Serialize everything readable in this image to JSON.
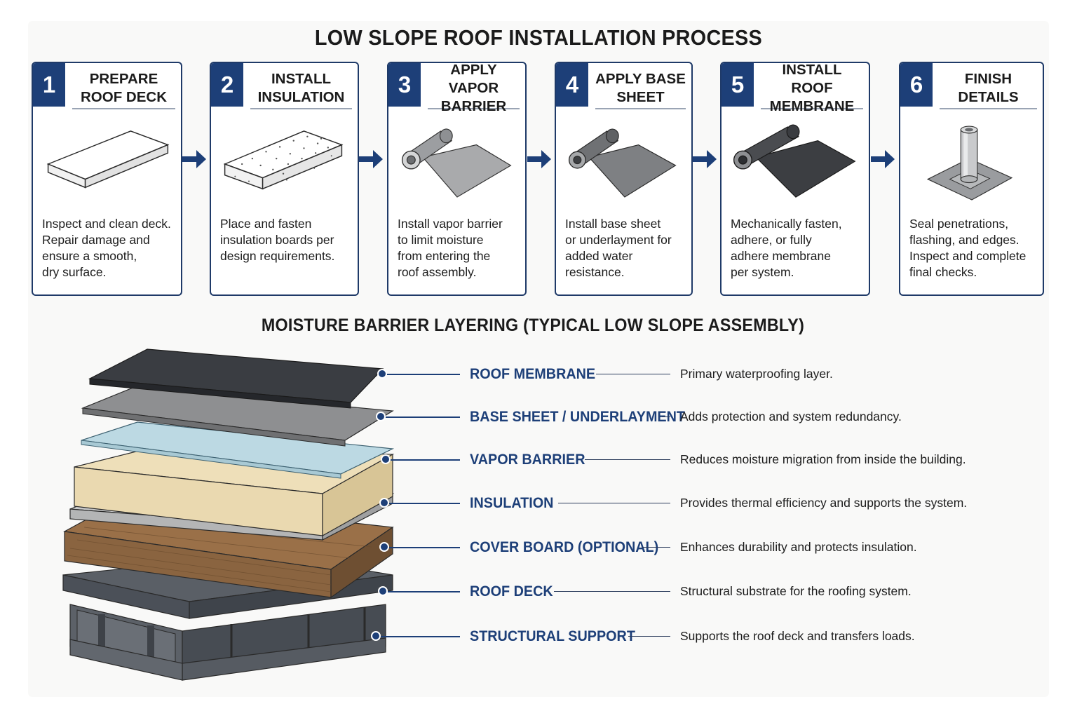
{
  "title": "LOW SLOPE ROOF INSTALLATION PROCESS",
  "steps": [
    {
      "number": "1",
      "title": "PREPARE\nROOF DECK",
      "description": "Inspect and clean deck.\nRepair damage and\nensure a smooth,\ndry surface.",
      "illustration": "flat-board"
    },
    {
      "number": "2",
      "title": "INSTALL\nINSULATION",
      "description": "Place and fasten\ninsulation boards per\ndesign requirements.",
      "illustration": "insulation-board"
    },
    {
      "number": "3",
      "title": "APPLY VAPOR\nBARRIER",
      "description": "Install vapor barrier\nto limit moisture\nfrom entering the\nroof assembly.",
      "illustration": "vapor-barrier-roll"
    },
    {
      "number": "4",
      "title": "APPLY BASE\nSHEET",
      "description": "Install base sheet\nor underlayment for\nadded water\nresistance.",
      "illustration": "base-sheet-roll"
    },
    {
      "number": "5",
      "title": "INSTALL ROOF\nMEMBRANE",
      "description": "Mechanically fasten,\nadhere, or fully\nadhere membrane\nper system.",
      "illustration": "membrane-roll"
    },
    {
      "number": "6",
      "title": "FINISH\nDETAILS",
      "description": "Seal penetrations,\nflashing, and edges.\nInspect and complete\nfinal checks.",
      "illustration": "pipe-flashing"
    }
  ],
  "layering": {
    "title": "MOISTURE BARRIER LAYERING (TYPICAL LOW SLOPE ASSEMBLY)",
    "layers": [
      {
        "name": "ROOF MEMBRANE",
        "description": "Primary waterproofing layer."
      },
      {
        "name": "BASE SHEET / UNDERLAYMENT",
        "description": "Adds protection and system redundancy."
      },
      {
        "name": "VAPOR BARRIER",
        "description": "Reduces moisture migration from inside the building."
      },
      {
        "name": "INSULATION",
        "description": "Provides thermal efficiency and supports the system."
      },
      {
        "name": "COVER BOARD (OPTIONAL)",
        "description": "Enhances durability and protects insulation."
      },
      {
        "name": "ROOF DECK",
        "description": "Structural substrate for the roofing system."
      },
      {
        "name": "STRUCTURAL SUPPORT",
        "description": "Supports the roof deck and transfers loads."
      }
    ]
  },
  "colors": {
    "accent": "#1d3f78",
    "card_border": "#1f3a68",
    "membrane": "#3a3d42",
    "base_sheet": "#8a8b8d",
    "vapor_barrier": "#bcd9e3",
    "insulation": "#ecdcb6",
    "cover_board": "#c2c3c4",
    "roof_deck": "#8a6440",
    "structural_support": "#4b5058"
  }
}
